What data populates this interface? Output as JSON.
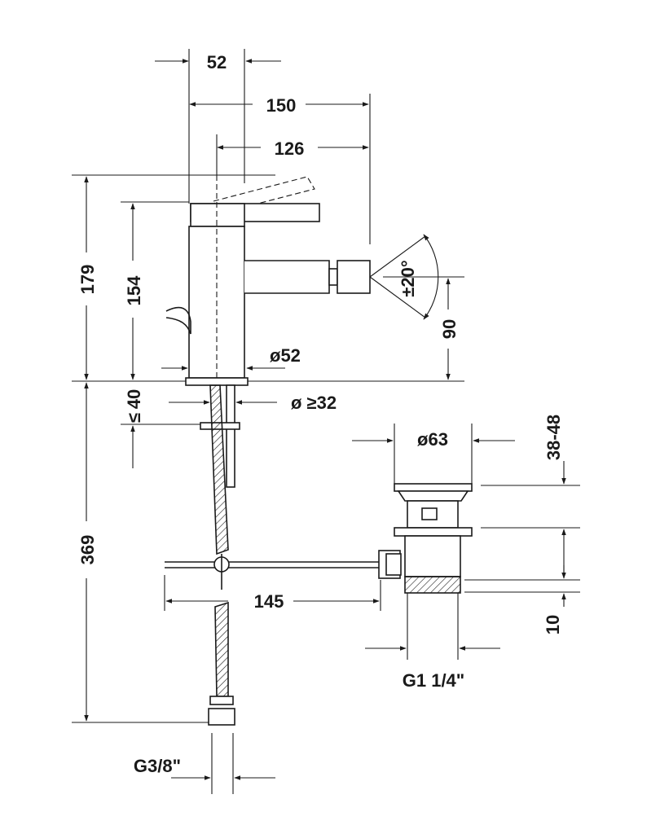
{
  "dimensions": {
    "d52_top": "52",
    "d150": "150",
    "d126": "126",
    "d179": "179",
    "d154": "154",
    "angle": "±20°",
    "d90": "90",
    "dia52": "ø52",
    "d40": "40",
    "le_symbol": "≤",
    "dia32": "ø ≥32",
    "dia63": "ø63",
    "d38_48": "38-48",
    "d369": "369",
    "d145": "145",
    "d10": "10",
    "g114": "G1 1/4\"",
    "g38": "G3/8\""
  }
}
